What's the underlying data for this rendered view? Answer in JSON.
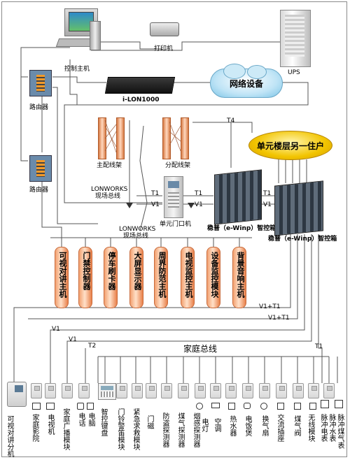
{
  "top": {
    "control_host": "控制主机",
    "printer": "打印机",
    "ups": "UPS",
    "router_top": "路由器",
    "router_mid": "路由器",
    "ilon": "i-LON1000",
    "network": "网络设备"
  },
  "middle": {
    "main_frame": "主配线架",
    "sub_frame": "分配线架",
    "t4": "T4",
    "lonworks1_l1": "LONWORKS",
    "lonworks1_l2": "现场总线",
    "lonworks2_l1": "LONWORKS",
    "lonworks2_l2": "现场总线",
    "t1_a": "T1",
    "v1_a": "V1",
    "t1_b": "T1",
    "v1_b": "V1",
    "t1_c": "T1",
    "v1_c": "V1",
    "unit_door": "单元门口机",
    "box1": "稳普（e-Winp）智控箱",
    "box2": "稳普（e-Winp）智控箱",
    "bubble": "单元楼层另一住户"
  },
  "subsystems": [
    {
      "label": "可视对讲主机"
    },
    {
      "label": "门禁控制器"
    },
    {
      "label": "停车刷卡器"
    },
    {
      "label": "大屏显示器"
    },
    {
      "label": "周界防范主机"
    },
    {
      "label": "电视监控主机"
    },
    {
      "label": "设备监控模块"
    },
    {
      "label": "背景音响主机"
    }
  ],
  "bus": {
    "v1t1_a": "V1+T1",
    "v1t1_b": "V1+T1",
    "v1_left": "V1",
    "v1_left2": "V1",
    "t2": "T2",
    "t1_right": "T1",
    "home_bus": "家庭总线"
  },
  "devices": [
    {
      "label": "可视对讲分机"
    },
    {
      "label": "家庭影院"
    },
    {
      "label": "电视机"
    },
    {
      "label": "家庭广播模块"
    },
    {
      "label": "电话"
    },
    {
      "label": "电脑"
    },
    {
      "label": "智控键盘"
    },
    {
      "label": "门铃警笛模块"
    },
    {
      "label": "紧急求救模块"
    },
    {
      "label": "门磁"
    },
    {
      "label": "防盗探测器"
    },
    {
      "label": "煤气探测器"
    },
    {
      "label": "烟感探测器"
    },
    {
      "label": "电灯"
    },
    {
      "label": "空调"
    },
    {
      "label": "热水器"
    },
    {
      "label": "电饭煲"
    },
    {
      "label": "换气扇"
    },
    {
      "label": "交流插座"
    },
    {
      "label": "煤气阀"
    },
    {
      "label": "无线模块"
    },
    {
      "label": "脉冲电表"
    },
    {
      "label": "脉冲水表"
    },
    {
      "label": "脉冲煤气表"
    }
  ],
  "colors": {
    "orange": "#f2a070",
    "bubble": "#f2c400",
    "cloud": "#bfe4f6",
    "wire": "#555555"
  }
}
